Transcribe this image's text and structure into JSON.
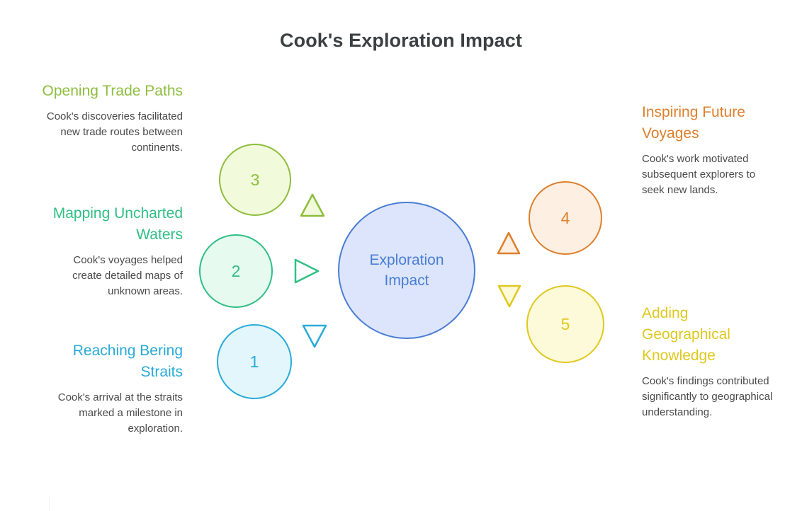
{
  "title": "Cook's Exploration Impact",
  "hub": {
    "label_line1": "Exploration",
    "label_line2": "Impact",
    "fill": "#DCE5FB",
    "stroke": "#4A7DD4",
    "text_color": "#4A7DD4"
  },
  "blocks": [
    {
      "id": "trade",
      "side": "left",
      "number": "3",
      "heading": "Opening Trade Paths",
      "body": "Cook's discoveries facilitated new trade routes between continents.",
      "color": "#8DBE3D",
      "fill": "#F2FADC",
      "arrow": "triangle-up-icon"
    },
    {
      "id": "mapping",
      "side": "left",
      "number": "2",
      "heading": "Mapping Uncharted Waters",
      "body": "Cook's voyages helped create detailed maps of unknown areas.",
      "color": "#2FBF84",
      "fill": "#E6FAF0",
      "arrow": "triangle-right-icon"
    },
    {
      "id": "bering",
      "side": "left",
      "number": "1",
      "heading": "Reaching Bering Straits",
      "body": "Cook's arrival at the straits marked a milestone in exploration.",
      "color": "#29ABD8",
      "fill": "#E2F6FC",
      "arrow": "triangle-down-icon"
    },
    {
      "id": "inspiring",
      "side": "right",
      "number": "4",
      "heading": "Inspiring Future Voyages",
      "body": "Cook's work motivated subsequent explorers to seek new lands.",
      "color": "#DD7F2C",
      "fill": "#FDEFE2",
      "arrow": "triangle-up-icon"
    },
    {
      "id": "adding",
      "side": "right",
      "number": "5",
      "heading": "Adding Geographical Knowledge",
      "body": "Cook's findings contributed significantly to geographical understanding.",
      "color": "#DFC81E",
      "fill": "#FCFAD9",
      "arrow": "triangle-down-icon"
    }
  ]
}
